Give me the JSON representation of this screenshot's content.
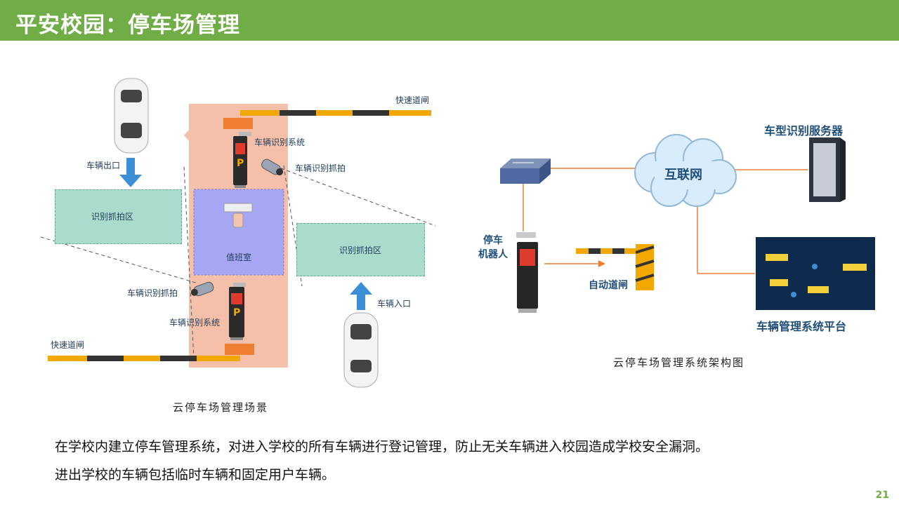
{
  "header": {
    "title": "平安校园：停车场管理"
  },
  "scene": {
    "fast_gate_top": "快速道闸",
    "fast_gate_bottom": "快速道闸",
    "exit_label": "车辆出口",
    "entrance_label": "车辆入口",
    "capture_zone_left": "识别抓拍区",
    "capture_zone_right": "识别抓拍区",
    "duty_room": "值班室",
    "recog_system_top": "车辆识别系统",
    "recog_capture_top": "车辆识别抓拍",
    "recog_capture_bottom": "车辆识别抓拍",
    "recog_system_bottom": "车辆识别系统",
    "kiosk_letter": "P",
    "caption": "云停车场管理场景"
  },
  "architecture": {
    "internet": "互联网",
    "server": "车型识别服务器",
    "robot": "停车\n机器人",
    "auto_gate": "自动道闸",
    "platform": "车辆管理系统平台",
    "caption": "云停车场管理系统架构图"
  },
  "description": {
    "line1": "在学校内建立停车管理系统，对进入学校的所有车辆进行登记管理，防止无关车辆进入校园造成学校安全漏洞。",
    "line2": "进出学校的车辆包括临时车辆和固定用户车辆。"
  },
  "page_number": "21",
  "colors": {
    "header": "#70ad47",
    "zone": "#a9dccd",
    "lane": "#f5c0aa",
    "duty_room": "#a7a6f5",
    "arrow": "#3a8fd6",
    "orange_line": "#ed7d31"
  }
}
